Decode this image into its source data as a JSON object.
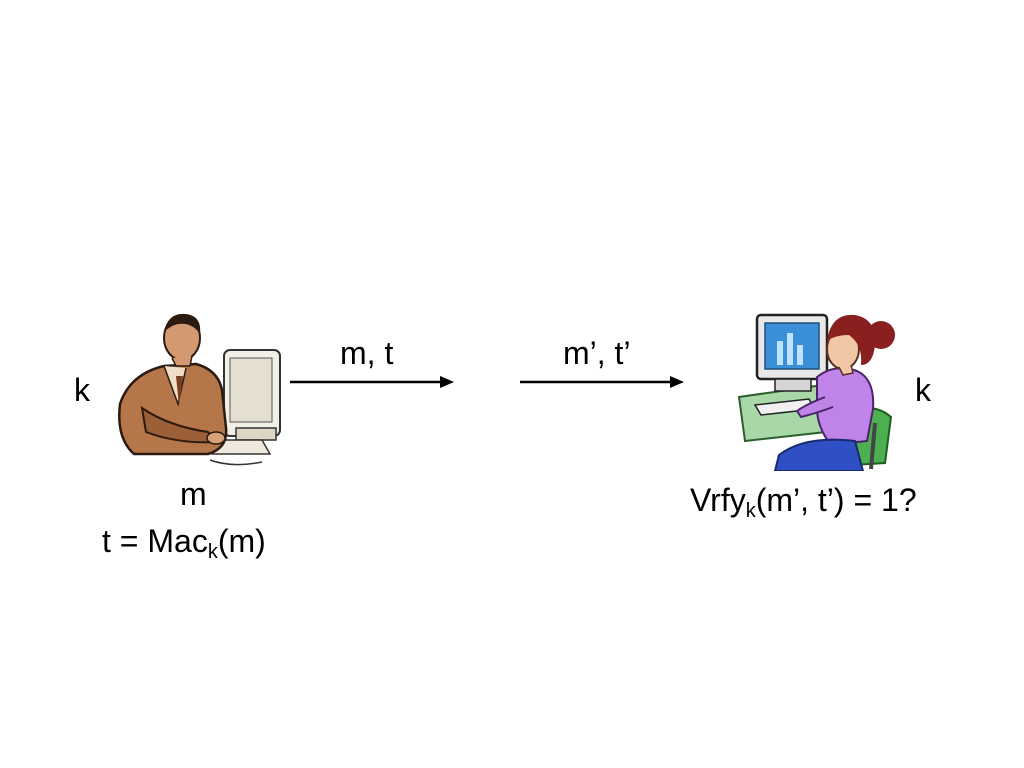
{
  "sender": {
    "key_label": "k",
    "message_label": "m",
    "mac_prefix": "t = Mac",
    "mac_subscript": "k",
    "mac_suffix": "(m)"
  },
  "channel": {
    "sent_label": "m, t",
    "received_label": "m’, t’"
  },
  "receiver": {
    "key_label": "k",
    "vrfy_prefix": "Vrfy",
    "vrfy_subscript": "k",
    "vrfy_suffix": "(m’, t’) = 1?"
  },
  "colors": {
    "sender_suit": "#b5764a",
    "receiver_shirt": "#c084e8",
    "receiver_hair": "#8a1f1f",
    "screen": "#3b8fd6",
    "desk": "#a8d8a8",
    "chair": "#4caf50"
  },
  "icons": {
    "sender": "man-at-computer-icon",
    "receiver": "woman-at-computer-icon",
    "arrow": "right-arrow-icon"
  }
}
